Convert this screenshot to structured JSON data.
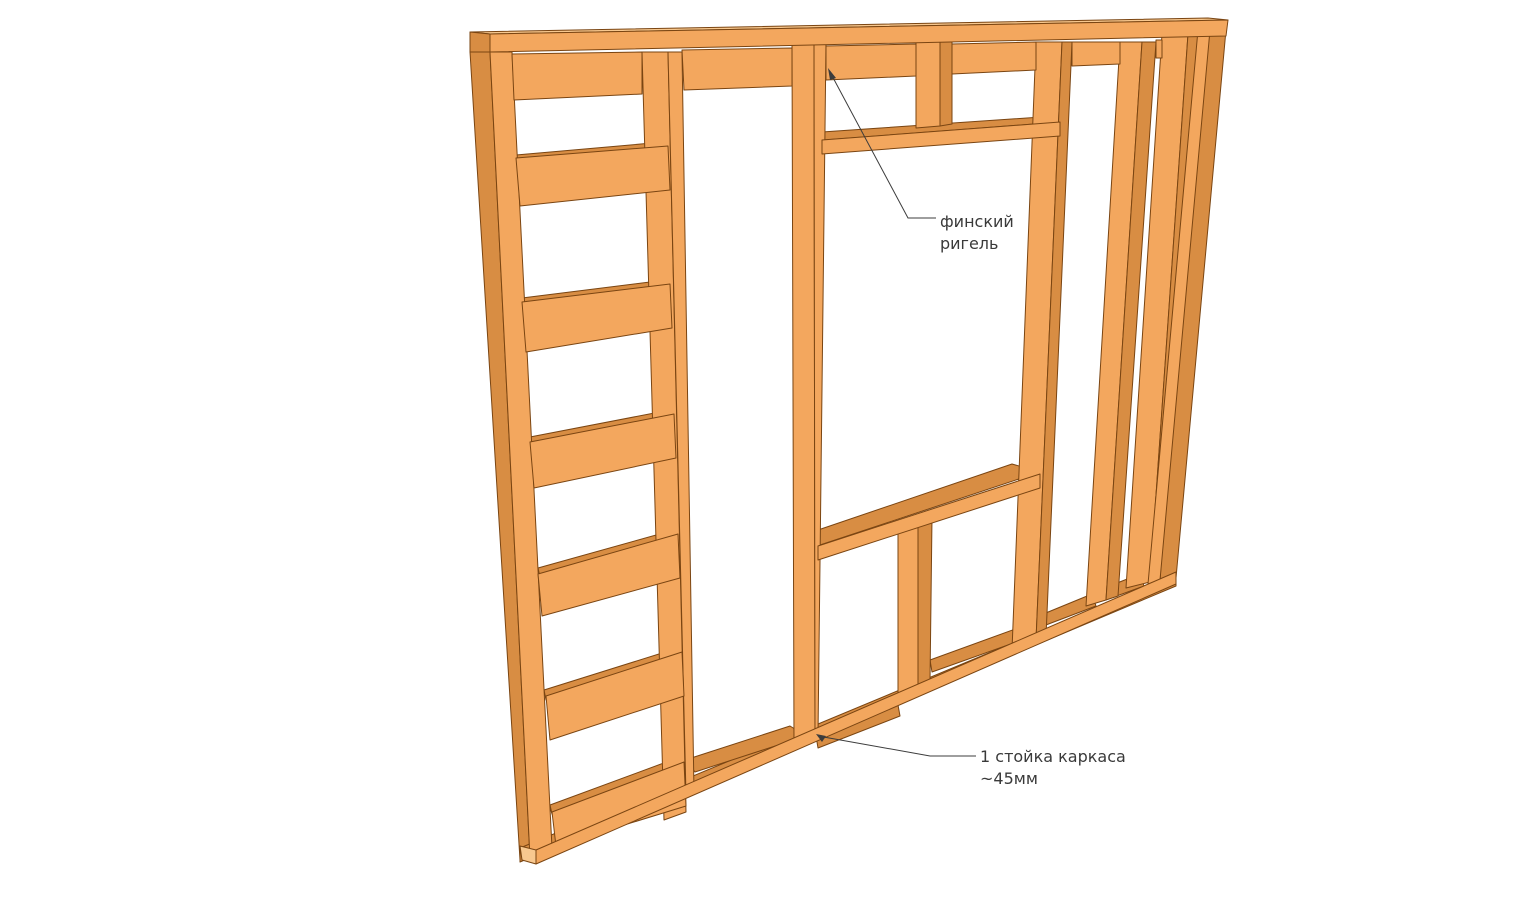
{
  "colors": {
    "wood_face": "#f3a75e",
    "wood_side": "#d88d43",
    "wood_top": "#f8c88f",
    "wood_edge": "#7a4512",
    "leader_line": "#3c3c3c",
    "label_text": "#3a3a3a"
  },
  "annotations": {
    "rigel": {
      "line1": "финский",
      "line2": "ригель"
    },
    "stud": {
      "line1": "1 стойка каркаса",
      "line2": "~45мм"
    }
  }
}
